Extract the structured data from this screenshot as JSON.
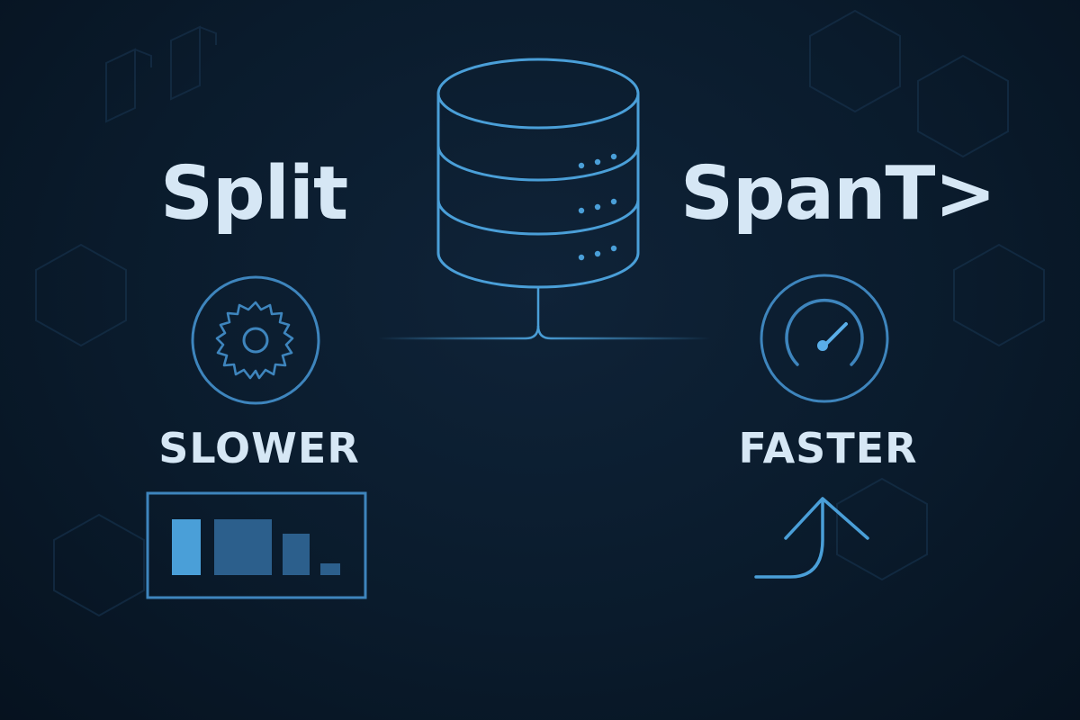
{
  "left_panel": {
    "title": "Split",
    "speed_label": "SLOWER",
    "icon": "saw-blade-icon",
    "bars_icon": "descending-bars-icon"
  },
  "right_panel": {
    "title": "SpanT>",
    "speed_label": "FASTER",
    "icon": "speedometer-icon",
    "arrow_icon": "curved-up-arrow-icon"
  },
  "center": {
    "icon": "database-icon"
  },
  "colors": {
    "background": "#0a1b2c",
    "text": "#d6e7f5",
    "accent": "#4a9fd8",
    "accent_dim": "#2f6a98"
  }
}
